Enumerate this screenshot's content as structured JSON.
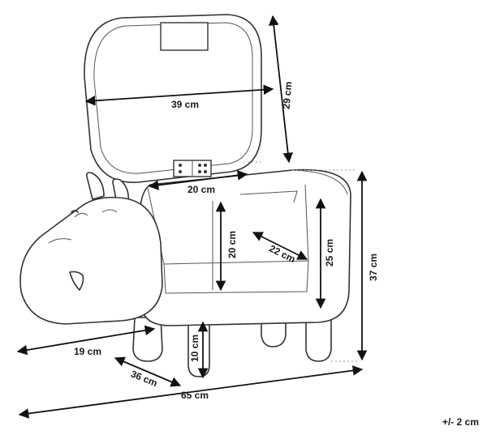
{
  "diagram": {
    "colors": {
      "line": "#333333",
      "dimension": "#111111",
      "background": "#ffffff"
    },
    "dimensions": {
      "lid_width": "39 cm",
      "lid_height": "29 cm",
      "inner_width": "20 cm",
      "inner_depth": "22 cm",
      "inner_height": "20 cm",
      "body_height": "25 cm",
      "total_height": "37 cm",
      "head_length": "19 cm",
      "depth": "36 cm",
      "total_length": "65 cm",
      "leg_height": "10 cm"
    },
    "tolerance": "+/- 2 cm"
  }
}
